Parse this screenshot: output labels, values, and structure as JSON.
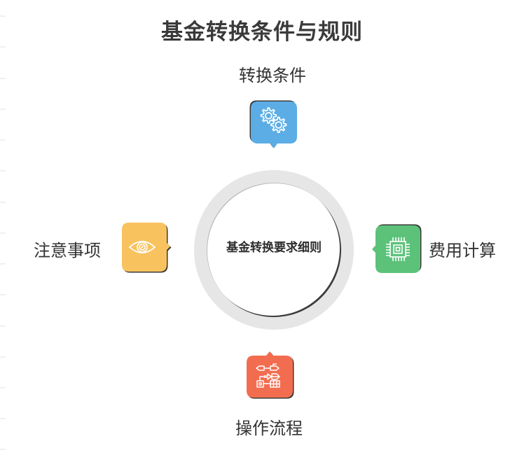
{
  "title": "基金转换条件与规则",
  "center": {
    "label": "基金转换要求细则"
  },
  "nodes": [
    {
      "id": "top",
      "label": "转换条件",
      "icon": "gears-icon",
      "color": "#5cade5"
    },
    {
      "id": "right",
      "label": "费用计算",
      "icon": "chip-icon",
      "color": "#5cc27a"
    },
    {
      "id": "bottom",
      "label": "操作流程",
      "icon": "flowchart-icon",
      "color": "#f26d50"
    },
    {
      "id": "left",
      "label": "注意事项",
      "icon": "eye-icon",
      "color": "#f8c35f"
    }
  ],
  "colors": {
    "ring": "#e6e6e6",
    "title_text": "#3a3a3a",
    "label_text": "#333333"
  }
}
